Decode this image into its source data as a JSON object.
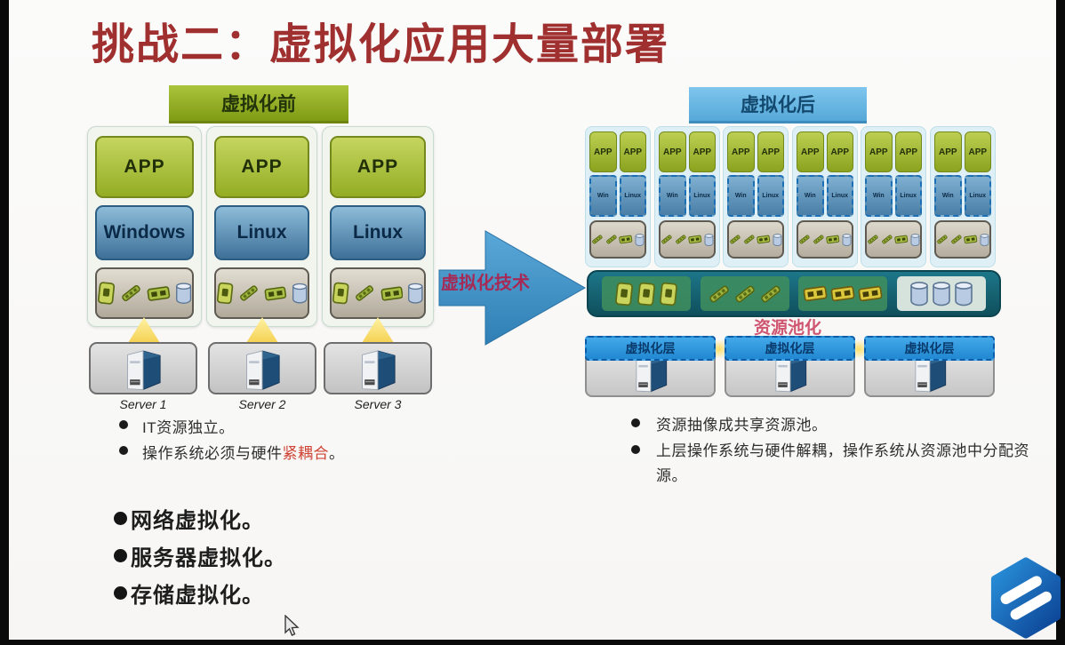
{
  "title": "挑战二：虚拟化应用大量部署",
  "before": {
    "header": "虚拟化前",
    "stacks": [
      {
        "app": "APP",
        "os": "Windows"
      },
      {
        "app": "APP",
        "os": "Linux"
      },
      {
        "app": "APP",
        "os": "Linux"
      }
    ],
    "server_labels": [
      "Server 1",
      "Server 2",
      "Server 3"
    ],
    "bullet1": "IT资源独立。",
    "bullet2_prefix": "操作系统必须与硬件",
    "bullet2_highlight": "紧耦合",
    "bullet2_suffix": "。"
  },
  "arrow": {
    "label": "虚拟化技术"
  },
  "after": {
    "header": "虚拟化后",
    "columns": [
      {
        "app1": "APP",
        "app2": "APP",
        "os1": "Win",
        "os2": "Linux"
      },
      {
        "app1": "APP",
        "app2": "APP",
        "os1": "Win",
        "os2": "Linux"
      },
      {
        "app1": "APP",
        "app2": "APP",
        "os1": "Win",
        "os2": "Linux"
      },
      {
        "app1": "APP",
        "app2": "APP",
        "os1": "Win",
        "os2": "Linux"
      },
      {
        "app1": "APP",
        "app2": "APP",
        "os1": "Win",
        "os2": "Linux"
      },
      {
        "app1": "APP",
        "app2": "APP",
        "os1": "Win",
        "os2": "Linux"
      }
    ],
    "pool_label": "资源池化",
    "server_banner": "虚拟化层",
    "bullet1": "资源抽像成共享资源池。",
    "bullet2": "上层操作系统与硬件解耦，操作系统从资源池中分配资源。"
  },
  "bottom_bullets": [
    "网络虚拟化。",
    "服务器虚拟化。",
    "存储虚拟化。"
  ],
  "icons": {
    "hardware": [
      "cpu-chip-icon",
      "memory-module-icon",
      "network-card-icon",
      "storage-cylinder-icon"
    ],
    "server": "tower-server-icon",
    "logo": "hexagon-s-logo",
    "cursor": "mouse-cursor-icon"
  },
  "colors": {
    "title_red": "#a0302f",
    "before_green": "#93ad24",
    "after_blue": "#55a8d8",
    "pool_teal": "#0f4f5c",
    "highlight_red": "#cf4434",
    "arrow_blue": "#3e8ecb",
    "pool_label_pink": "#cf5570"
  }
}
